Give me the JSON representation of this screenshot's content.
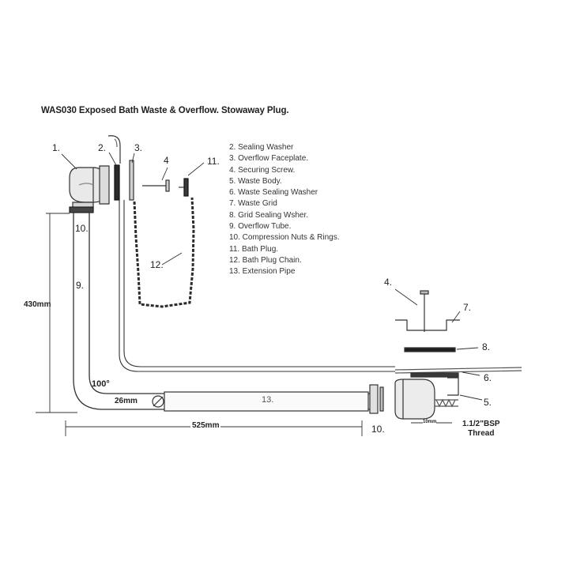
{
  "title": "WAS030  Exposed Bath Waste & Overflow. Stowaway Plug.",
  "legend": [
    "2. Sealing Washer",
    "3. Overflow Faceplate.",
    "4. Securing Screw.",
    "5. Waste Body.",
    "6. Waste Sealing Washer",
    "7. Waste Grid",
    "8. Grid Sealing Wsher.",
    "9. Overflow Tube.",
    "10. Compression Nuts & Rings.",
    "11. Bath Plug.",
    "12. Bath Plug Chain.",
    "13. Extension Pipe"
  ],
  "callouts": {
    "n1": "1.",
    "n2": "2.",
    "n3": "3.",
    "n4a": "4",
    "n11": "11.",
    "n10a": "10.",
    "n12": "12.",
    "n9": "9.",
    "n4b": "4.",
    "n7": "7.",
    "n8": "8.",
    "n6": "6.",
    "n5": "5.",
    "n10b": "10.",
    "n13": "13."
  },
  "dimensions": {
    "height": "430mm",
    "angle": "100°",
    "diameter": "26mm",
    "length": "525mm",
    "small": "10mm",
    "thread_line1": "1.1/2\"BSP",
    "thread_line2": "Thread"
  }
}
